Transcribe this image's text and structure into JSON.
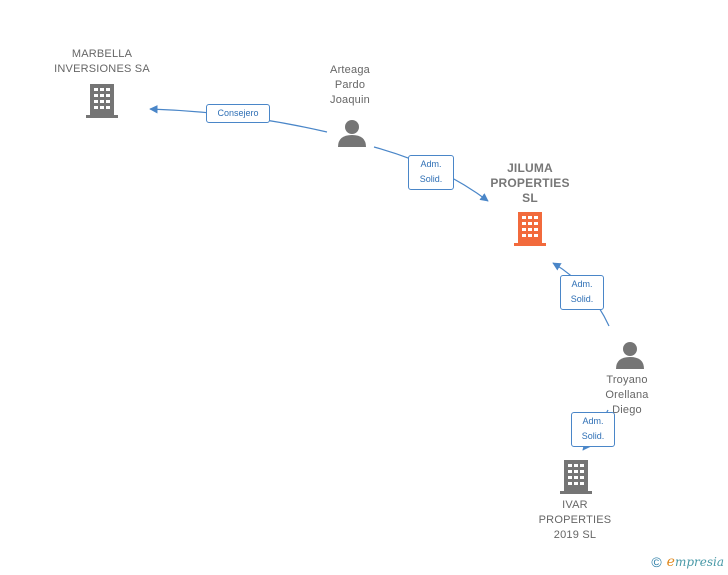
{
  "colors": {
    "edge": "#4a86c8",
    "node_gray": "#757575",
    "node_main": "#f26a3c"
  },
  "nodes": {
    "marbella": {
      "label": "MARBELLA\nINVERSIONES SA",
      "icon": "building-icon"
    },
    "arteaga": {
      "label": "Arteaga\nPardo\nJoaquin",
      "icon": "person-icon"
    },
    "jiluma": {
      "label": "JILUMA\nPROPERTIES\nSL",
      "icon": "building-icon"
    },
    "troyano": {
      "label": "Troyano\nOrellana\nDiego",
      "icon": "person-icon"
    },
    "ivar": {
      "label": "IVAR\nPROPERTIES\n2019  SL",
      "icon": "building-icon"
    }
  },
  "edges": {
    "consejero": "Consejero",
    "adm1": "Adm.\nSolid.",
    "adm2": "Adm.\nSolid.",
    "adm3": "Adm.\nSolid."
  },
  "footer": {
    "copyright": "©",
    "brand_e": "e",
    "brand_rest": "mpresia"
  }
}
